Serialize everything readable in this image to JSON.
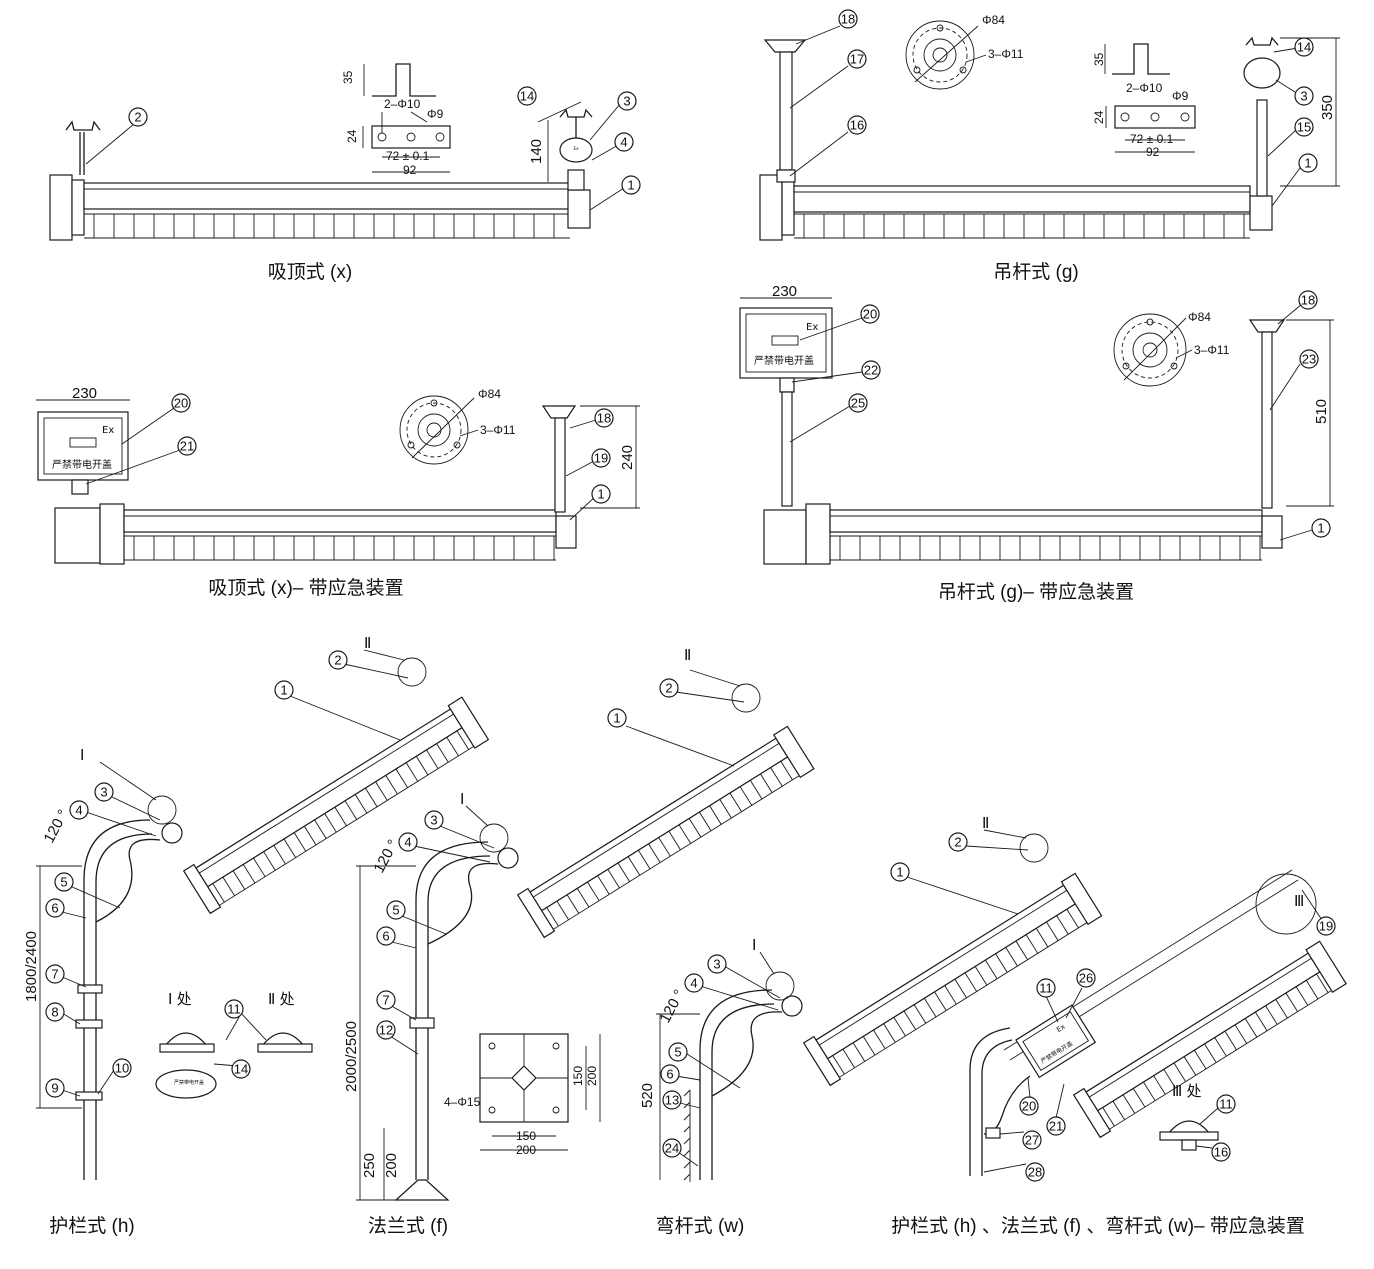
{
  "captions": {
    "ceiling": "吸顶式 (x)",
    "pendant": "吊杆式 (g)",
    "ceiling_emergency": "吸顶式 (x)– 带应急装置",
    "pendant_emergency": "吊杆式 (g)– 带应急装置",
    "guardrail": "护栏式 (h)",
    "flange": "法兰式 (f)",
    "bent_pole": "弯杆式 (w)",
    "combo_emergency": "护栏式 (h) 、法兰式 (f) 、弯杆式 (w)– 带应急装置"
  },
  "bracket_detail": {
    "d35": "35",
    "holes": "2–Φ10",
    "phi9": "Φ9",
    "d24": "24",
    "d72": "72 ± 0.1",
    "d92": "92"
  },
  "flange_detail": {
    "phi84": "Φ84",
    "holes": "3–Φ11"
  },
  "dims": {
    "d140": "140",
    "d350": "350",
    "d230": "230",
    "d240": "240",
    "d510": "510",
    "angle": "120 °",
    "h1": "1800/2400",
    "h2": "2000/2500",
    "d250": "250",
    "d200": "200",
    "d520": "520",
    "base_holes": "4–Φ15",
    "base150": "150",
    "base200": "200"
  },
  "box_text": {
    "ex": "Ex",
    "warning": "严禁带电开盖"
  },
  "details": {
    "d1": "Ⅰ 处",
    "d2": "Ⅱ 处",
    "d3": "Ⅲ 处",
    "r1": "Ⅰ",
    "r2": "Ⅱ",
    "r3": "Ⅲ"
  },
  "part_numbers": {
    "p1": "1",
    "p2": "2",
    "p3": "3",
    "p4": "4",
    "p5": "5",
    "p6": "6",
    "p7": "7",
    "p8": "8",
    "p9": "9",
    "p10": "10",
    "p11": "11",
    "p12": "12",
    "p13": "13",
    "p14": "14",
    "p15": "15",
    "p16": "16",
    "p17": "17",
    "p18": "18",
    "p19": "19",
    "p20": "20",
    "p21": "21",
    "p22": "22",
    "p23": "23",
    "p24": "24",
    "p25": "25",
    "p26": "26",
    "p27": "27",
    "p28": "28"
  }
}
